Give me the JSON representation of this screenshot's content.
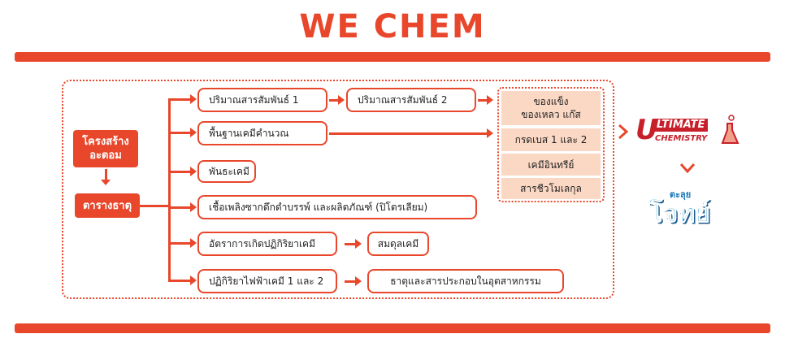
{
  "header": {
    "title": "WE CHEM"
  },
  "left": {
    "structure": [
      "โครงสร้าง",
      "อะตอม"
    ],
    "periodic": "ตารางธาตุ"
  },
  "branches": {
    "stoich1": "ปริมาณสารสัมพันธ์ 1",
    "stoich2": "ปริมาณสารสัมพันธ์ 2",
    "calc": "พื้นฐานเคมีคำนวณ",
    "bond": "พันธะเคมี",
    "fuel": "เชื้อเพลิงซากดึกดำบรรพ์ และผลิตภัณฑ์ (ปิโตรเลียม)",
    "rate": "อัตราการเกิดปฏิกิริยาเคมี",
    "equilibrium": "สมดุลเคมี",
    "electro": "ปฏิกิริยาไฟฟ้าเคมี 1 และ 2",
    "industry": "ธาตุและสารประกอบในอุตสาหกรรม"
  },
  "group": {
    "states": [
      "ของแข็ง",
      "ของเหลว แก๊ส"
    ],
    "acid_base": "กรดเบส 1 และ 2",
    "organic": "เคมีอินทรีย์",
    "biomolecule": "สารชีวโมเลกุล"
  },
  "right": {
    "ultimate_top": "LTIMATE",
    "ultimate_u": "U",
    "ultimate_bottom": "CHEMISTRY",
    "taluy_small": "ตะลุย",
    "taluy_big": "โจทย์"
  },
  "colors": {
    "accent": "#e8472b",
    "cell": "#fbd8c4",
    "logo_blue": "#2a9fd8",
    "logo_red": "#c8202a"
  },
  "icons": {
    "flask": "flask-icon",
    "chevron_right": "chevron-right-icon",
    "chevron_down": "chevron-down-icon"
  }
}
